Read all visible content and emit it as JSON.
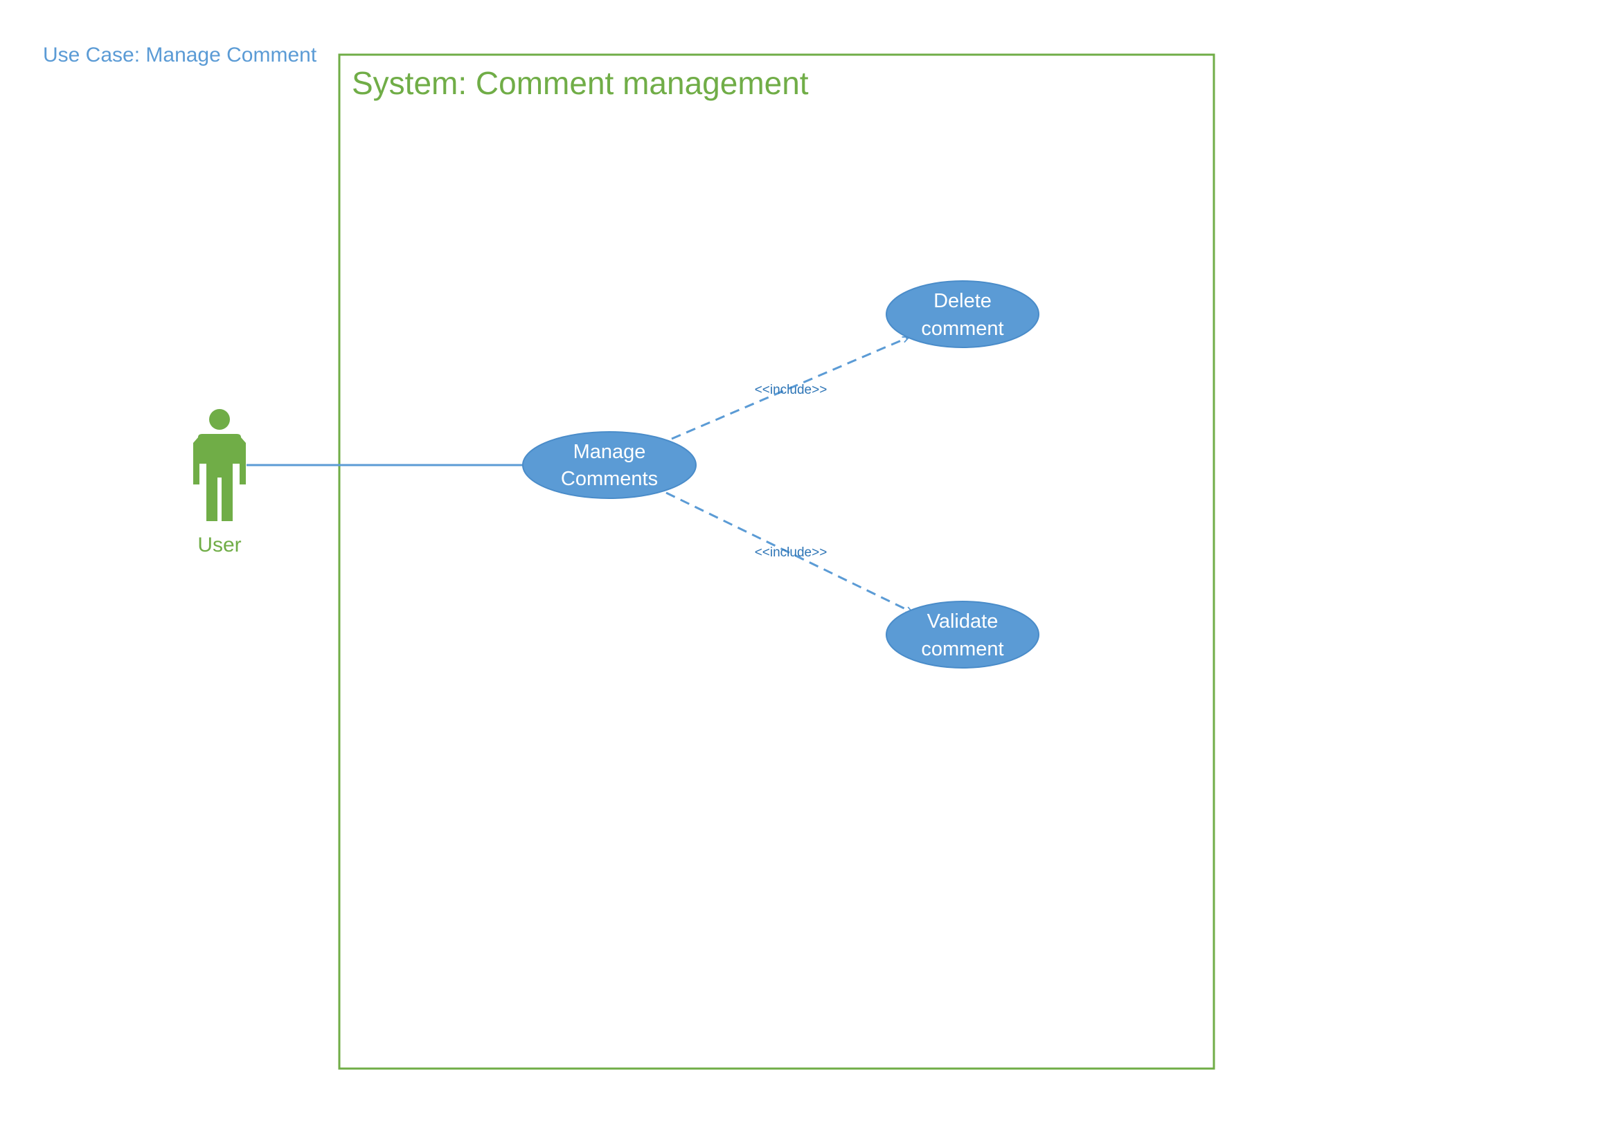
{
  "colors": {
    "caption": "#5b9bd5",
    "system_border": "#70ad47",
    "system_title": "#70ad47",
    "actor": "#70ad47",
    "usecase_fill": "#5b9bd5",
    "usecase_text": "#ffffff",
    "association_line": "#5b9bd5",
    "include_line": "#5b9bd5",
    "stereotype_text": "#2e75b6",
    "background": "#ffffff"
  },
  "caption": "Use Case: Manage Comment",
  "system": {
    "title": "System: Comment management"
  },
  "actor": {
    "label": "User",
    "icon": "person-icon"
  },
  "use_cases": {
    "manage": {
      "line1": "Manage",
      "line2": "Comments"
    },
    "delete": {
      "line1": "Delete",
      "line2": "comment"
    },
    "validate": {
      "line1": "Validate",
      "line2": "comment"
    }
  },
  "relations": {
    "include_delete": {
      "stereotype": "<<include>>"
    },
    "include_validate": {
      "stereotype": "<<include>>"
    }
  }
}
